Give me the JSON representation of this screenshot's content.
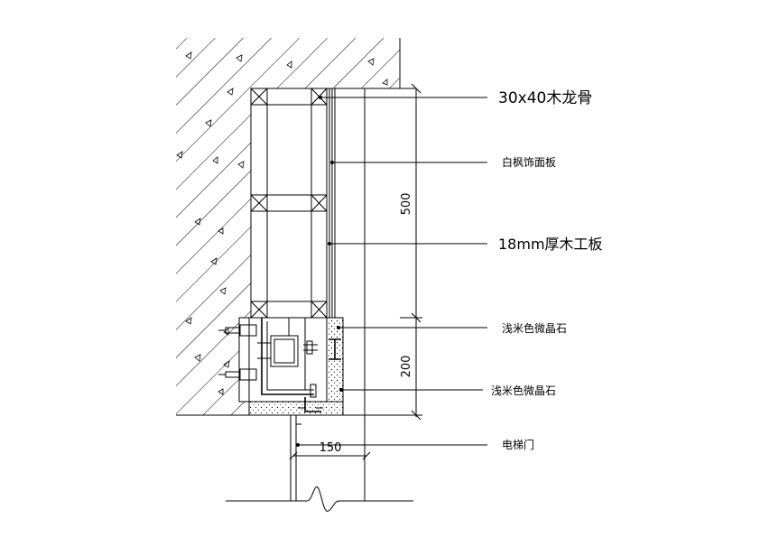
{
  "annotations": {
    "frame_label": "30x40木龙骨",
    "finish_label": "白枫饰面板",
    "board_label": "18mm厚木工板",
    "stone_label_1": "浅米色微晶石",
    "stone_label_2": "浅米色微晶石",
    "door_label": "电梯门"
  },
  "dimensions": {
    "upper": "500",
    "lower": "200",
    "bottom": "150"
  }
}
